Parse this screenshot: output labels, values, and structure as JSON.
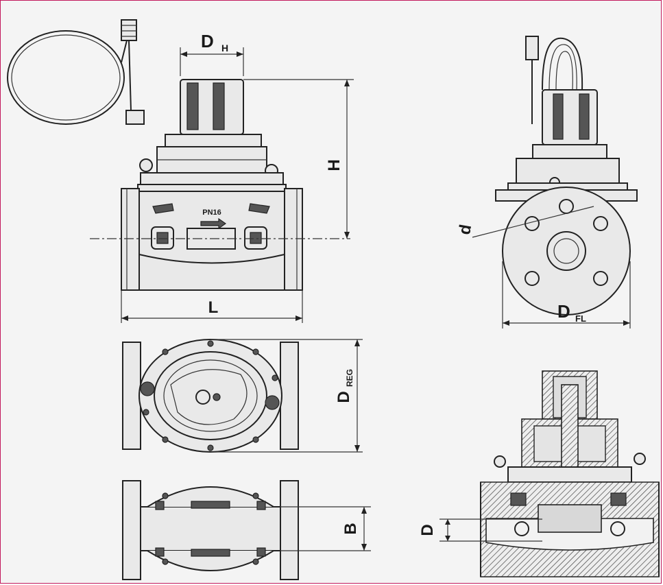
{
  "dimensions": {
    "dh": "D",
    "dh_sub": "H",
    "h": "H",
    "l": "L",
    "d_hole": "d",
    "dfl": "D",
    "dfl_sub": "FL",
    "dreg": "D",
    "dreg_sub": "REG",
    "b": "B",
    "d_bore": "D"
  },
  "valve_marking": "PN16",
  "colors": {
    "frame": "#c2185b",
    "ink": "#222222",
    "background": "#f4f4f4"
  }
}
